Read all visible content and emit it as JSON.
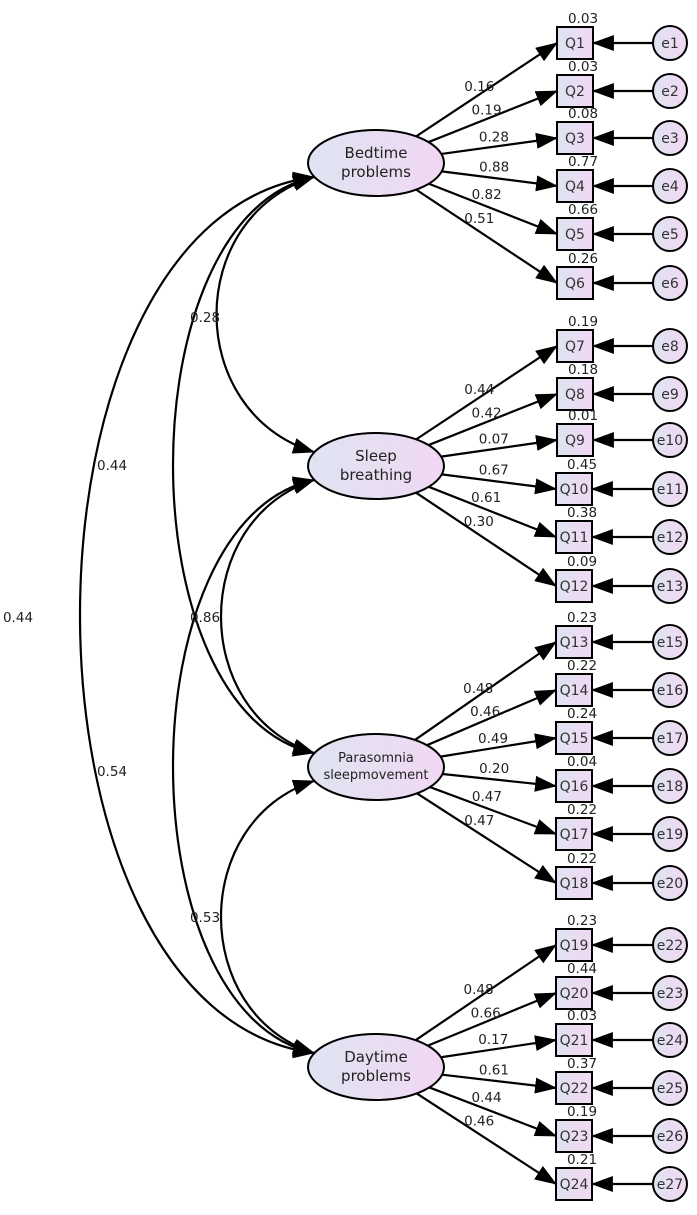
{
  "latents": [
    {
      "id": "bedtime",
      "lines": [
        "Bedtime",
        "problems"
      ]
    },
    {
      "id": "sleep",
      "lines": [
        "Sleep",
        "breathing"
      ]
    },
    {
      "id": "parasomnia",
      "lines": [
        "Parasomnia",
        "sleepmovement"
      ]
    },
    {
      "id": "daytime",
      "lines": [
        "Daytime",
        "problems"
      ]
    }
  ],
  "groups": [
    {
      "latent": "bedtime",
      "items": [
        {
          "name": "Q1",
          "loading": "0.16",
          "r2": "0.03",
          "error": "e1"
        },
        {
          "name": "Q2",
          "loading": "0.19",
          "r2": "0.03",
          "error": "e2"
        },
        {
          "name": "Q3",
          "loading": "0.28",
          "r2": "0.08",
          "error": "e3"
        },
        {
          "name": "Q4",
          "loading": "0.88",
          "r2": "0.77",
          "error": "e4"
        },
        {
          "name": "Q5",
          "loading": "0.82",
          "r2": "0.66",
          "error": "e5"
        },
        {
          "name": "Q6",
          "loading": "0.51",
          "r2": "0.26",
          "error": "e6"
        }
      ]
    },
    {
      "latent": "sleep",
      "items": [
        {
          "name": "Q7",
          "loading": "0.44",
          "r2": "0.19",
          "error": "e8"
        },
        {
          "name": "Q8",
          "loading": "0.42",
          "r2": "0.18",
          "error": "e9"
        },
        {
          "name": "Q9",
          "loading": "0.07",
          "r2": "0.01",
          "error": "e10"
        },
        {
          "name": "Q10",
          "loading": "0.67",
          "r2": "0.45",
          "error": "e11"
        },
        {
          "name": "Q11",
          "loading": "0.61",
          "r2": "0.38",
          "error": "e12"
        },
        {
          "name": "Q12",
          "loading": "0.30",
          "r2": "0.09",
          "error": "e13"
        }
      ]
    },
    {
      "latent": "parasomnia",
      "items": [
        {
          "name": "Q13",
          "loading": "0.48",
          "r2": "0.23",
          "error": "e15"
        },
        {
          "name": "Q14",
          "loading": "0.46",
          "r2": "0.22",
          "error": "e16"
        },
        {
          "name": "Q15",
          "loading": "0.49",
          "r2": "0.24",
          "error": "e17"
        },
        {
          "name": "Q16",
          "loading": "0.20",
          "r2": "0.04",
          "error": "e18"
        },
        {
          "name": "Q17",
          "loading": "0.47",
          "r2": "0.22",
          "error": "e19"
        },
        {
          "name": "Q18",
          "loading": "0.47",
          "r2": "0.22",
          "error": "e20"
        }
      ]
    },
    {
      "latent": "daytime",
      "items": [
        {
          "name": "Q19",
          "loading": "0.48",
          "r2": "0.23",
          "error": "e22"
        },
        {
          "name": "Q20",
          "loading": "0.66",
          "r2": "0.44",
          "error": "e23"
        },
        {
          "name": "Q21",
          "loading": "0.17",
          "r2": "0.03",
          "error": "e24"
        },
        {
          "name": "Q22",
          "loading": "0.61",
          "r2": "0.37",
          "error": "e25"
        },
        {
          "name": "Q23",
          "loading": "0.44",
          "r2": "0.19",
          "error": "e26"
        },
        {
          "name": "Q24",
          "loading": "0.46",
          "r2": "0.21",
          "error": "e27"
        }
      ]
    }
  ],
  "covariances": [
    {
      "from": "bedtime",
      "to": "sleep",
      "value": "0.28"
    },
    {
      "from": "sleep",
      "to": "parasomnia",
      "value": "0.86"
    },
    {
      "from": "parasomnia",
      "to": "daytime",
      "value": "0.53"
    },
    {
      "from": "bedtime",
      "to": "parasomnia",
      "value": "0.44"
    },
    {
      "from": "sleep",
      "to": "daytime",
      "value": "0.54"
    },
    {
      "from": "bedtime",
      "to": "daytime",
      "value": "0.44"
    }
  ],
  "colors": {
    "shape_fill_start": "#dfe3f2",
    "shape_fill_end": "#f1d8f2",
    "stroke": "#000000"
  }
}
